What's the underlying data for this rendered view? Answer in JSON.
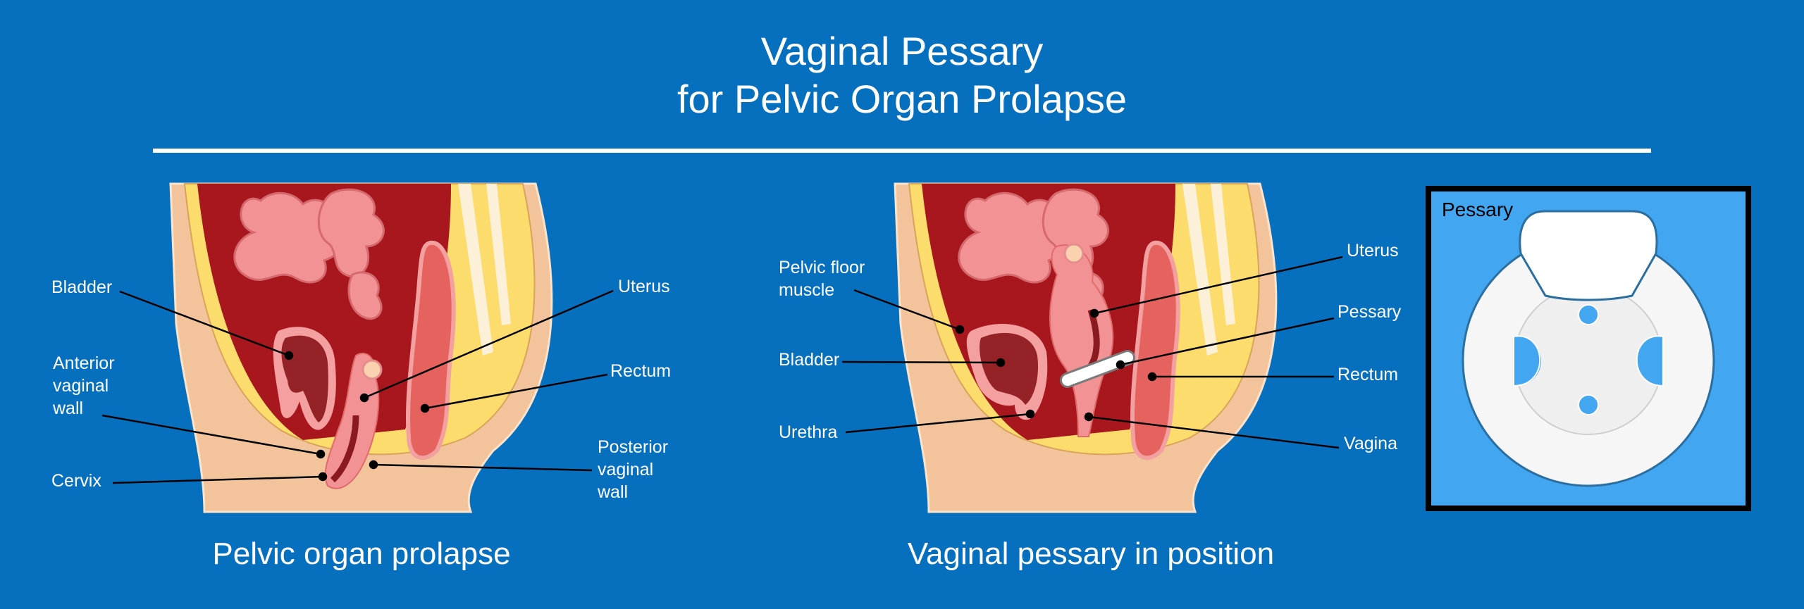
{
  "title": {
    "line1": "Vaginal Pessary",
    "line2": "for Pelvic Organ Prolapse"
  },
  "left_panel": {
    "caption": "Pelvic organ prolapse",
    "labels": {
      "bladder": "Bladder",
      "anterior_vaginal_wall": [
        "Anterior",
        "vaginal",
        "wall"
      ],
      "cervix": "Cervix",
      "uterus": "Uterus",
      "rectum": "Rectum",
      "posterior_vaginal_wall": [
        "Posterior",
        "vaginal",
        "wall"
      ]
    }
  },
  "middle_panel": {
    "caption": "Vaginal pessary in position",
    "labels": {
      "pelvic_floor_muscle": [
        "Pelvic floor",
        "muscle"
      ],
      "bladder": "Bladder",
      "urethra": "Urethra",
      "uterus": "Uterus",
      "pessary": "Pessary",
      "rectum": "Rectum",
      "vagina": "Vagina"
    }
  },
  "inset": {
    "label": "Pessary"
  },
  "colors": {
    "background": "#0670bf",
    "inset_bg": "#42a6f0",
    "skin": "#f3c49b",
    "fat": "#fcdc6c",
    "cavity": "#a8161e",
    "organ": "#f29294"
  }
}
